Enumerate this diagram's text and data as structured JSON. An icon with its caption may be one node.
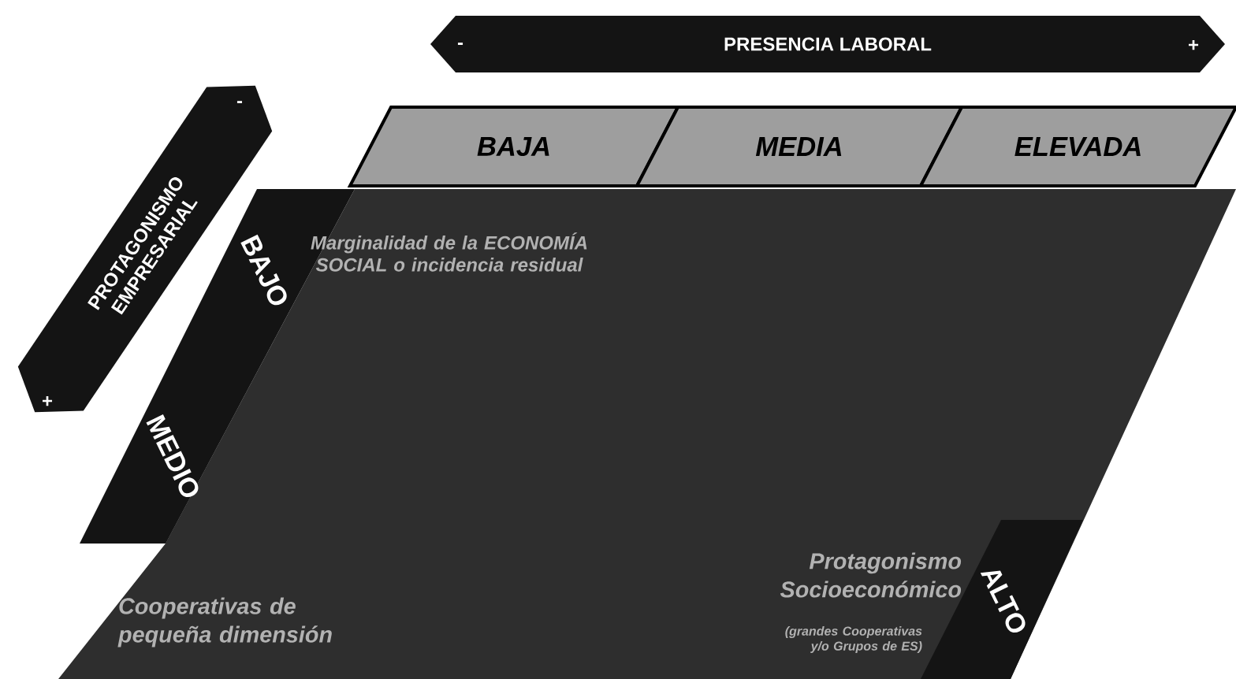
{
  "diagram": {
    "nodes": [
      {
        "text": [
          "PRESENCIA LABORAL"
        ]
      },
      {
        "text": [
          "PROTAGONISMO EMPRESARIAL"
        ]
      },
      {
        "text": [
          "BAJA"
        ]
      },
      {
        "text": [
          "MEDIA"
        ]
      },
      {
        "text": [
          "ELEVADA"
        ]
      },
      {
        "text": [
          "BAJO"
        ]
      },
      {
        "text": [
          "MEDIO"
        ]
      },
      {
        "text": [
          "ALTO"
        ],
        "in": 8
      },
      {
        "text": [
          "Marginalidad de la ECONOMÍA SOCIAL o incidencia residual",
          "Cooperativas de pequeña dimensión",
          "Protagonismo Socioeconómico",
          "(grandes Cooperativas y/o Grupos de ES)"
        ]
      }
    ],
    "labels": [
      "-",
      "+",
      "-",
      "+"
    ]
  }
}
